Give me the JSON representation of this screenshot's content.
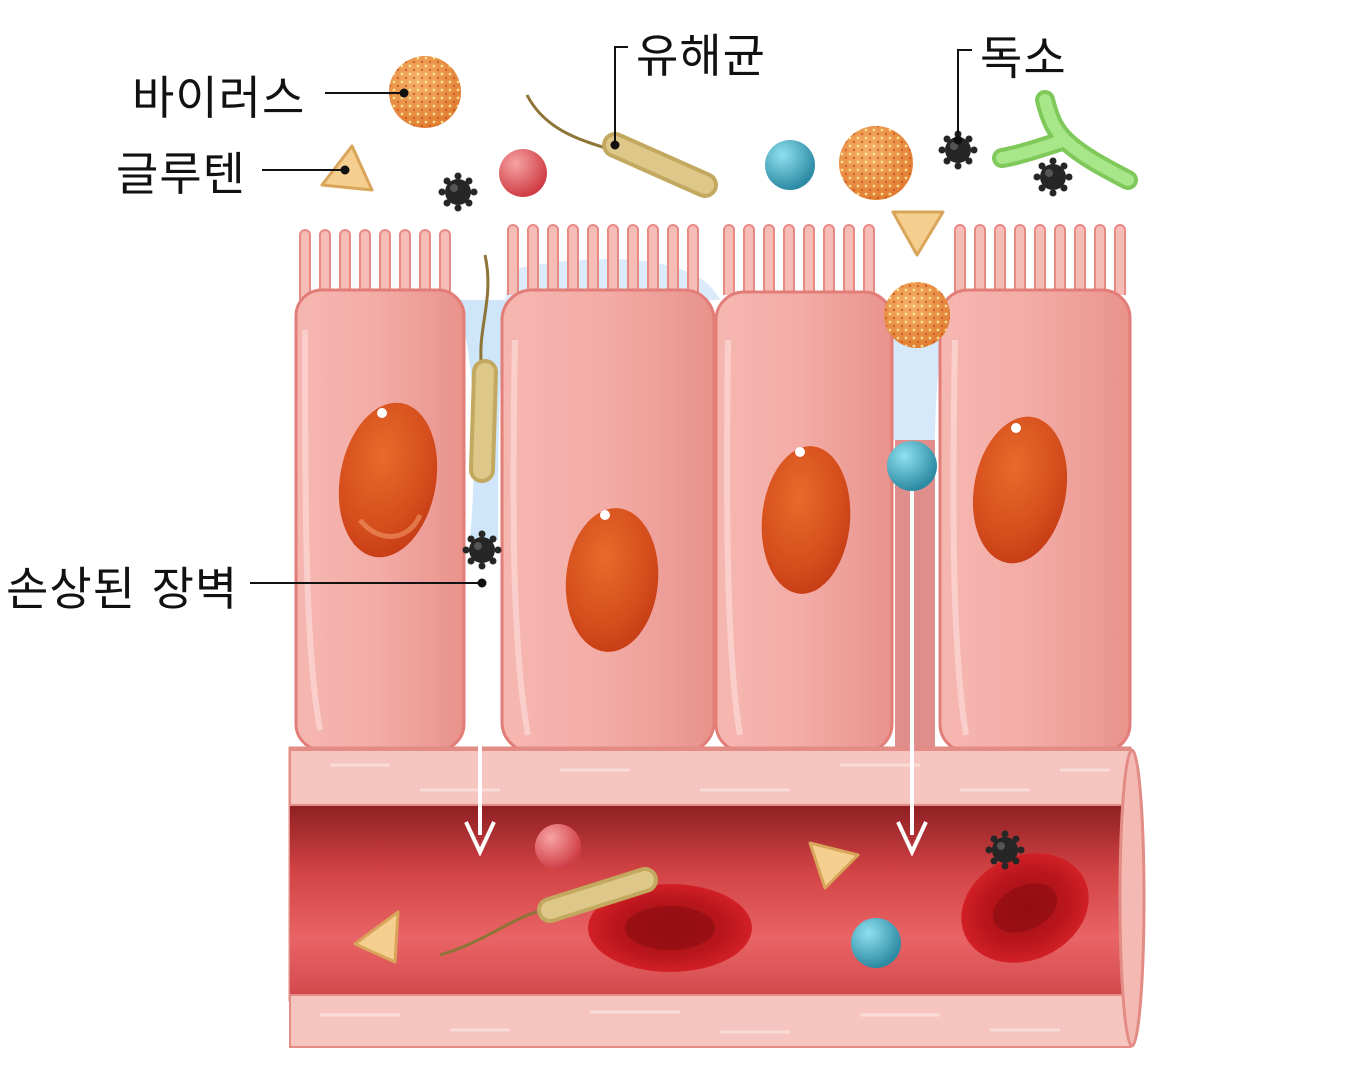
{
  "labels": {
    "virus": "바이러스",
    "gluten": "글루텐",
    "bacteria": "유해균",
    "toxin": "독소",
    "damaged_wall": "손상된 장벽"
  },
  "colors": {
    "cell_fill": "#ee9c96",
    "cell_edge": "#e27d78",
    "nucleus": "#d9481c",
    "vessel_wall": "#f4b9b2",
    "blood": "#d7464a",
    "gap_fluid": "#cfe6fa",
    "virus": "#e88a3e",
    "bacteria": "#d8c07e",
    "toxin": "#222222",
    "gluten": "#f2c98a",
    "teal_particle": "#3aa0b8",
    "red_particle": "#e0555a",
    "green_toxin": "#8ed86a"
  }
}
